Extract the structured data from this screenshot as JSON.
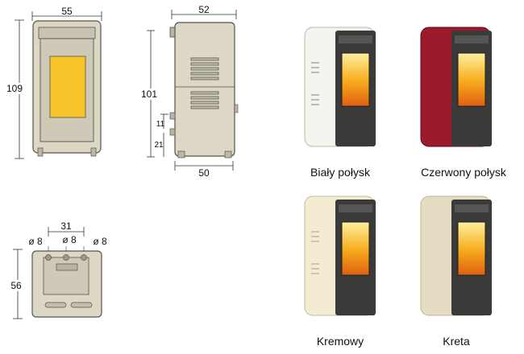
{
  "front_view": {
    "width_label": "55",
    "height_label": "109"
  },
  "side_view": {
    "depth_label": "52",
    "height_label": "101",
    "outlet_height_label": "11",
    "inlet_height_label": "21",
    "base_depth_label": "50"
  },
  "rear_view": {
    "spacing_label": "31",
    "pipe_left_label": "ø 8",
    "pipe_center_label": "ø 8",
    "pipe_right_label": "ø 8",
    "height_label": "56"
  },
  "variants": [
    {
      "name": "Biały połysk",
      "color": "#f4f4ef",
      "shade": "#d9d9d2"
    },
    {
      "name": "Czerwony połysk",
      "color": "#9b1a2c",
      "shade": "#6e0f1d"
    },
    {
      "name": "Kremowy",
      "color": "#f3ecd2",
      "shade": "#dcd3b3"
    },
    {
      "name": "Kreta",
      "color": "#e6dcc4",
      "shade": "#cdc2a6"
    }
  ],
  "colors": {
    "drawing_beige": "#ddd8c6",
    "drawing_line": "#55534a",
    "fire_window": "#f7c52a"
  }
}
